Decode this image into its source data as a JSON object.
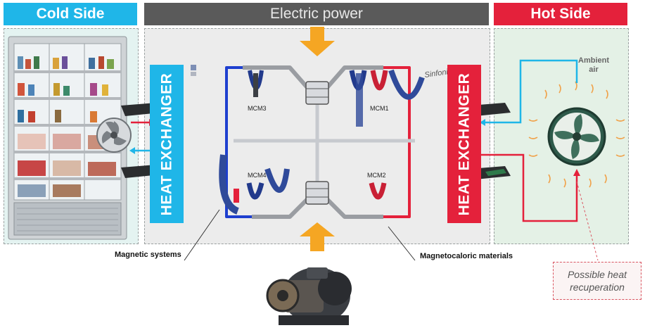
{
  "headers": {
    "cold": "Cold Side",
    "power": "Electric power",
    "hot": "Hot Side"
  },
  "heat_exchanger_left": "HEAT EXCHANGER",
  "heat_exchanger_right": "HEAT EXCHANGER",
  "ambient_air": [
    "Ambient",
    "air"
  ],
  "mcm_labels": [
    "MCM3",
    "MCM1",
    "MCM4",
    "MCM2"
  ],
  "callouts": {
    "magnetic_systems": "Magnetic systems",
    "magnetocaloric": "Magnetocaloric materials",
    "heat_recuperation": [
      "Possible heat",
      "recuperation"
    ]
  },
  "brand": "Sinfonia",
  "colors": {
    "cold_accent": "#1fb6e8",
    "hot_accent": "#e4213b",
    "power_header": "#5a5a5a",
    "arrow": "#f5a623",
    "cold_fluid": "#1e3fcf",
    "hot_fluid": "#e4213b"
  }
}
